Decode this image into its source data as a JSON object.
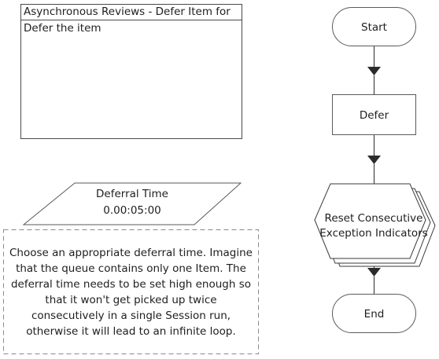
{
  "note": {
    "title": "Asynchronous Reviews - Defer Item for",
    "body": "Defer the item"
  },
  "calculation": {
    "title": "Deferral Time",
    "value": "0.00:05:00"
  },
  "comment": {
    "text": "Choose an appropriate deferral time. Imagine that the queue contains only one Item. The deferral time needs to be set high enough so that it won't get picked up twice consecutively in a single Session run, otherwise it will lead to an infinite loop."
  },
  "flow": {
    "start_label": "Start",
    "defer_label": "Defer",
    "reset_label_line1": "Reset Consecutive",
    "reset_label_line2": "Exception Indicators",
    "end_label": "End"
  },
  "colors": {
    "shape_fill": "#ffffff",
    "shape_stroke": "#5a5a5a",
    "connector": "#2b2b2b",
    "dashed_border": "#8a8a8a",
    "multi_stage_stroke": "#3a3a3a"
  }
}
